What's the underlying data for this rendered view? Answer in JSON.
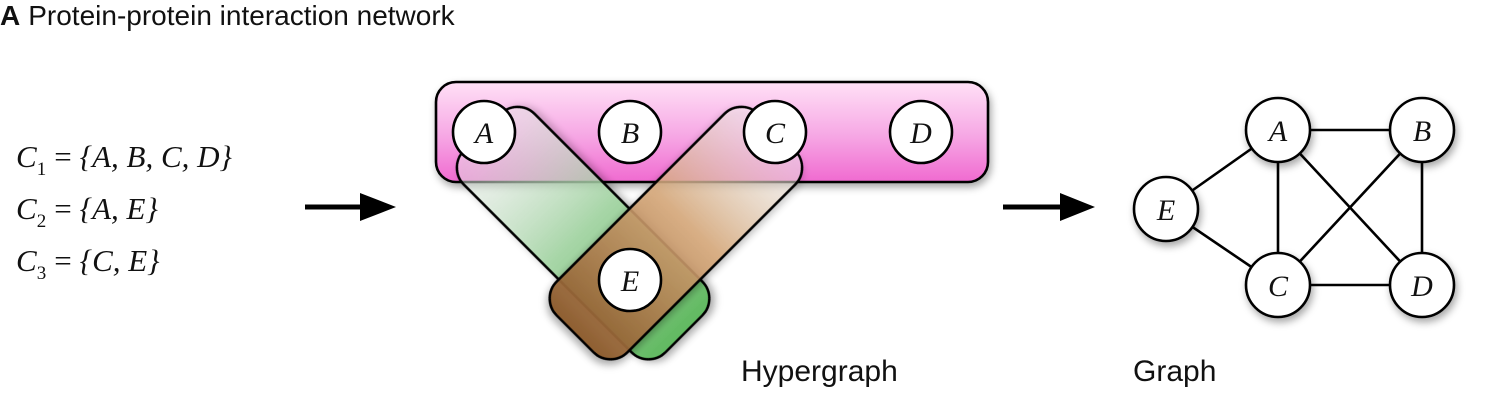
{
  "title": {
    "letter": "A",
    "text": "Protein-protein interaction network"
  },
  "sets": [
    {
      "name": "C",
      "index": "1",
      "members": "{A, B, C, D}"
    },
    {
      "name": "C",
      "index": "2",
      "members": "{A, E}"
    },
    {
      "name": "C",
      "index": "3",
      "members": "{C, E}"
    }
  ],
  "hypergraph": {
    "caption": "Hypergraph",
    "nodes": [
      "A",
      "B",
      "C",
      "D",
      "E"
    ],
    "hyperedge_colors": {
      "C1": "#f06ad0",
      "C2": "#5cb85c",
      "C3": "#8b5a2b"
    }
  },
  "graph": {
    "caption": "Graph",
    "nodes": [
      "A",
      "B",
      "C",
      "D",
      "E"
    ],
    "edges": [
      [
        "A",
        "B"
      ],
      [
        "A",
        "C"
      ],
      [
        "A",
        "D"
      ],
      [
        "A",
        "E"
      ],
      [
        "B",
        "C"
      ],
      [
        "B",
        "D"
      ],
      [
        "C",
        "D"
      ],
      [
        "C",
        "E"
      ]
    ]
  }
}
